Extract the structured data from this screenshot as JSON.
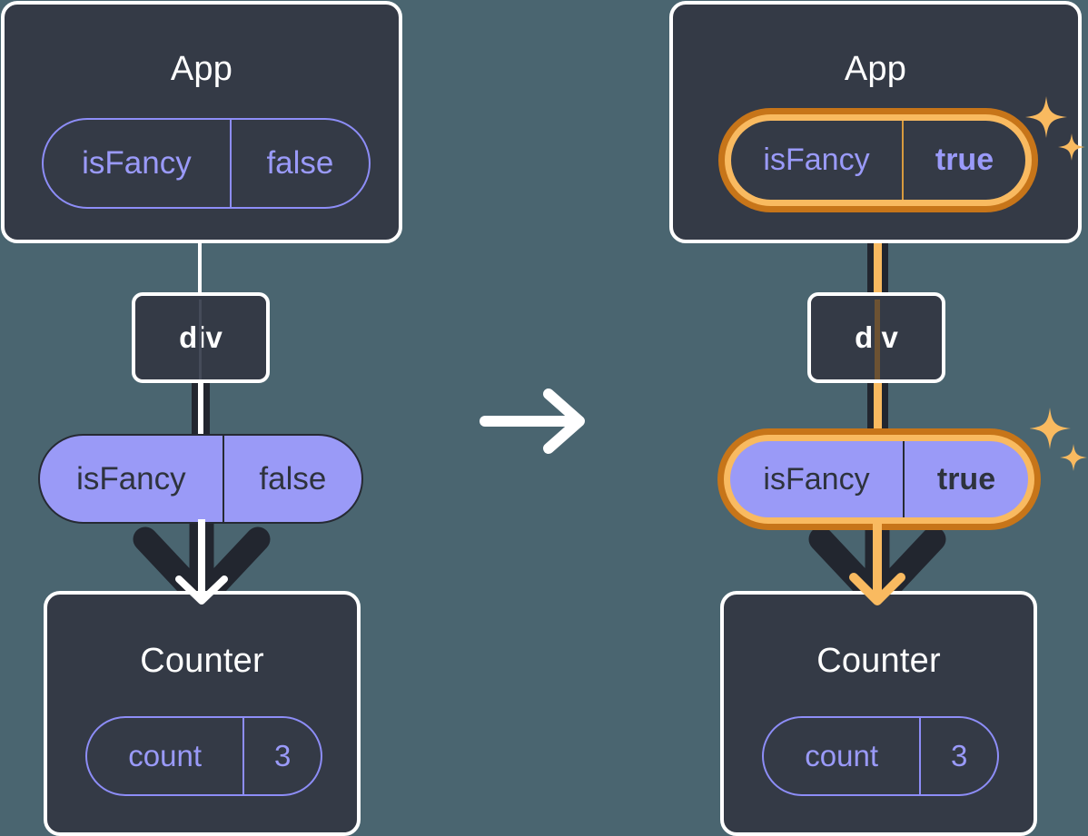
{
  "diagram": {
    "title": "React state propagation before and after toggling isFancy",
    "background_color": "#4a6570",
    "accent_colors": {
      "box_fill": "#343a46",
      "box_border": "#ffffff",
      "pill_purple": "#9a9af7",
      "pill_outline": "#8d8df7",
      "highlight_orange_outer": "#c77519",
      "highlight_orange_inner": "#f9ba60",
      "connector_dark": "#22262f",
      "connector_white": "#ffffff",
      "sparkle": "#f9ba60"
    },
    "transition_icon": "right-arrow-icon"
  },
  "before": {
    "app": {
      "title": "App",
      "state": {
        "key": "isFancy",
        "value": "false",
        "highlighted": false
      }
    },
    "dom": {
      "tag": "div"
    },
    "props": {
      "key": "isFancy",
      "value": "false",
      "highlighted": false
    },
    "counter": {
      "title": "Counter",
      "state": {
        "key": "count",
        "value": "3",
        "highlighted": false
      }
    }
  },
  "after": {
    "app": {
      "title": "App",
      "state": {
        "key": "isFancy",
        "value": "true",
        "highlighted": true
      }
    },
    "dom": {
      "tag": "div"
    },
    "props": {
      "key": "isFancy",
      "value": "true",
      "highlighted": true
    },
    "counter": {
      "title": "Counter",
      "state": {
        "key": "count",
        "value": "3",
        "highlighted": false
      }
    }
  }
}
